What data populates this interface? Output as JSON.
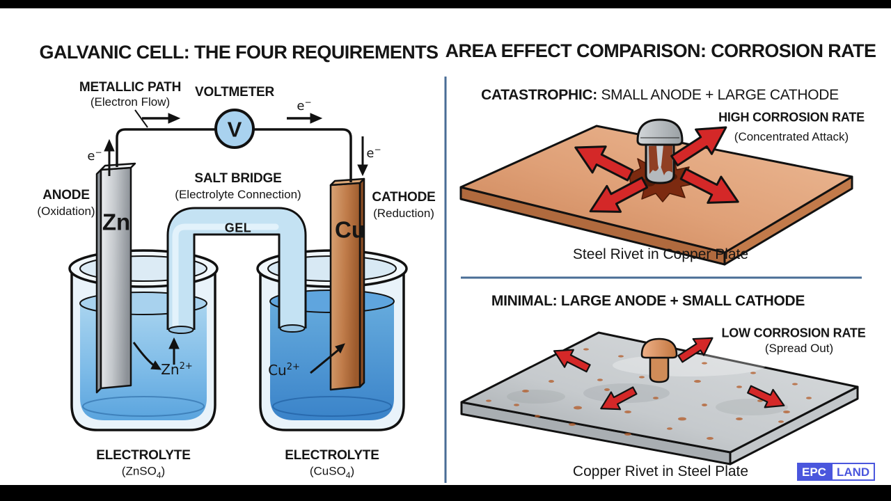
{
  "left_panel": {
    "title": "GALVANIC CELL: THE FOUR REQUIREMENTS",
    "metallic_path_label": "METALLIC PATH",
    "metallic_path_sub": "(Electron Flow)",
    "voltmeter_label": "VOLTMETER",
    "voltmeter_symbol": "V",
    "electron": {
      "base": "e",
      "sup": "−"
    },
    "anode_label": "ANODE",
    "anode_sub": "(Oxidation)",
    "salt_bridge_label": "SALT BRIDGE",
    "salt_bridge_sub": "(Electrolyte Connection)",
    "gel_label": "GEL",
    "cathode_label": "CATHODE",
    "cathode_sub": "(Reduction)",
    "zinc_electrode": "Zn",
    "copper_electrode": "Cu",
    "zinc_ion": {
      "base": "Zn",
      "sup": "2+"
    },
    "copper_ion": {
      "base": "Cu",
      "sup": "2+"
    },
    "electrolyte_left": {
      "label": "ELECTROLYTE",
      "formula_pre": "(ZnSO",
      "formula_sub": "4",
      "formula_post": ")"
    },
    "electrolyte_right": {
      "label": "ELECTROLYTE",
      "formula_pre": "(CuSO",
      "formula_sub": "4",
      "formula_post": ")"
    }
  },
  "right_panel": {
    "title": "AREA EFFECT COMPARISON: CORROSION RATE",
    "catastrophic": {
      "prefix": "CATASTROPHIC:",
      "rest": " SMALL ANODE + LARGE CATHODE",
      "rate_label": "HIGH CORROSION RATE",
      "rate_sub": "(Concentrated Attack)",
      "caption": "Steel Rivet in Copper Plate"
    },
    "minimal": {
      "prefix": "MINIMAL:",
      "rest": " LARGE ANODE + SMALL CATHODE",
      "rate_label": "LOW CORROSION RATE",
      "rate_sub": "(Spread Out)",
      "caption": "Copper Rivet in Steel Plate"
    }
  },
  "logo": {
    "part1": "EPC",
    "part2": "LAND"
  },
  "colors": {
    "divider": "#4a6d96",
    "arrow_red": "#d42828",
    "copper_plate": "#dfa077",
    "steel_plate": "#c6cacd",
    "rust": "#7c2a10",
    "zinc_electrode": "#c3c7cb",
    "copper_electrode": "#c27a4a",
    "electrolyte_znso4": "#7fbce8",
    "electrolyte_cuso4": "#4a92d4",
    "salt_bridge_gel": "#c4e2f3",
    "voltmeter_fill": "#a9d2ef",
    "logo_blue": "#4a56dd"
  }
}
